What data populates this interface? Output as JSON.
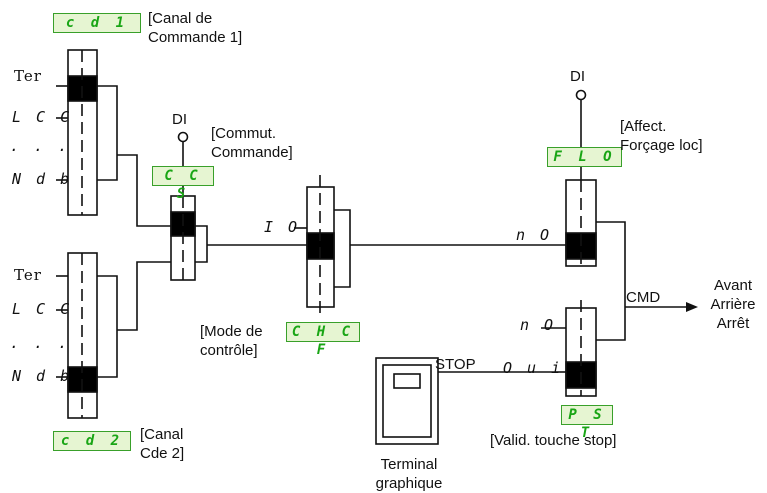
{
  "codes": {
    "cd1": "c d 1",
    "ccs": "C C S",
    "flo": "F L O",
    "chcf": "C H C F",
    "cd2": "c d 2",
    "pst": "P S T"
  },
  "labels": {
    "canal1": "[Canal de\nCommande 1]",
    "commut": "[Commut.\nCommande]",
    "affect": "[Affect.\nForçage loc]",
    "mode": "[Mode de\ncontrôle]",
    "canal2": "[Canal\nCde 2]",
    "valid": "[Valid. touche stop]",
    "terminal": "Terminal\ngraphique",
    "di_1": "DI",
    "di_2": "DI",
    "stop": "STOP",
    "cmd": "CMD",
    "output": "Avant\nArrière\nArrêt"
  },
  "switch_inputs": {
    "ter_1": "Ter",
    "lcc_1": "L C C",
    "dots_1": ". . .",
    "ndb_1": "N d b",
    "ter_2": "Ter",
    "lcc_2": "L C C",
    "dots_2": ". . .",
    "ndb_2": "N d b",
    "io": "I O",
    "no_1": "n O",
    "no_2": "n O",
    "oui": "O u i"
  }
}
